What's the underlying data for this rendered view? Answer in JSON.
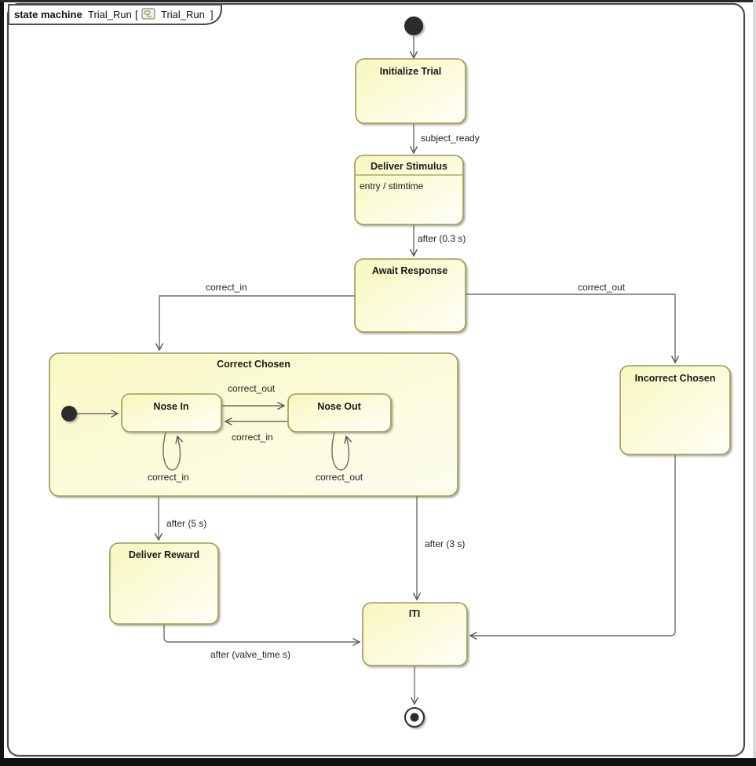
{
  "frame": {
    "kind_label": "state machine",
    "name": "Trial_Run",
    "open_bracket": "[",
    "ref": "Trial_Run",
    "close_bracket": "]"
  },
  "colors": {
    "state_fill_start": "#f7f7bf",
    "state_fill_end": "#fffff8",
    "state_border": "#9b9b4d",
    "line": "#6b6b6b",
    "frame_border": "#4c4c4c",
    "initial_final": "#2b2b2b"
  },
  "states": {
    "initialize_trial": "Initialize Trial",
    "deliver_stimulus": "Deliver Stimulus",
    "deliver_stimulus_entry": "entry / stimtime",
    "await_response": "Await Response",
    "correct_chosen": "Correct Chosen",
    "nose_in": "Nose In",
    "nose_out": "Nose Out",
    "incorrect_chosen": "Incorrect Chosen",
    "deliver_reward": "Deliver Reward",
    "iti": "ITI"
  },
  "transitions": {
    "subject_ready": "subject_ready",
    "after_stim": "after (0.3 s)",
    "correct_in_to_correct": "correct_in",
    "correct_out_to_incorrect": "correct_out",
    "nose_in_to_out": "correct_out",
    "nose_out_to_in": "correct_in",
    "nose_in_self": "correct_in",
    "nose_out_self": "correct_out",
    "after_5s": "after (5 s)",
    "after_3s": "after (3 s)",
    "after_valve": "after (valve_time s)"
  }
}
